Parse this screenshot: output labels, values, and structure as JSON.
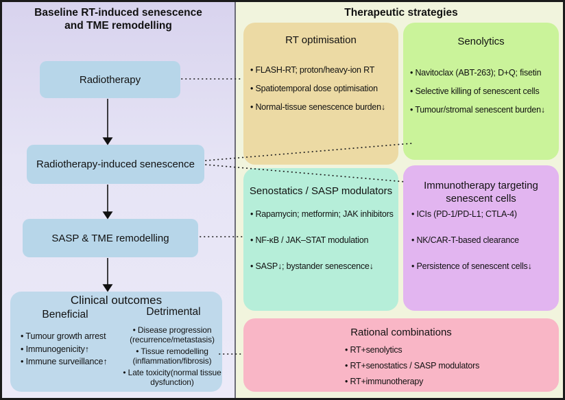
{
  "left_panel": {
    "title": "Baseline RT-induced senescence and TME remodelling",
    "nodes": {
      "radiotherapy": "Radiotherapy",
      "radiotherapy_induced_senescence": "Radiotherapy-induced senescence",
      "sasp_tme_remodelling": "SASP & TME remodelling"
    },
    "outcomes": {
      "title": "Clinical outcomes",
      "beneficial": {
        "heading": "Beneficial",
        "items": [
          "• Tumour growth arrest",
          "• Immunogenicity↑",
          "• Immune surveillance↑"
        ]
      },
      "detrimental": {
        "heading": "Detrimental",
        "items": [
          "• Disease progression (recurrence/metastasis)",
          "• Tissue remodelling (inflammation/fibrosis)",
          "• Late toxicity(normal tissue dysfunction)"
        ]
      }
    }
  },
  "right_panel": {
    "title": "Therapeutic strategies",
    "cards": [
      {
        "id": "rt-optimisation",
        "title": "RT optimisation",
        "bullets": [
          "• FLASH-RT; proton/heavy-ion RT",
          "• Spatiotemporal dose optimisation",
          "• Normal-tissue senescence burden↓"
        ],
        "bg": "#ecdaa4"
      },
      {
        "id": "senolytics",
        "title": "Senolytics",
        "bullets": [
          "• Navitoclax (ABT-263); D+Q; fisetin",
          "• Selective killing of senescent cells",
          "• Tumour/stromal senescent burden↓"
        ],
        "bg": "#caf39a"
      },
      {
        "id": "senostatics-sasp-modulators",
        "title": "Senostatics / SASP modulators",
        "bullets": [
          "• Rapamycin; metformin; JAK inhibitors",
          "• NF-κB / JAK–STAT modulation",
          "• SASP↓; bystander senescence↓"
        ],
        "bg": "#b6eed9"
      },
      {
        "id": "immunotherapy",
        "title": "Immunotherapy targeting senescent cells",
        "bullets": [
          "• ICIs (PD-1/PD-L1; CTLA-4)",
          "• NK/CAR-T-based clearance",
          "• Persistence of senescent cells↓"
        ],
        "bg": "#e2b5f0"
      },
      {
        "id": "rational-combinations",
        "title": "Rational combinations",
        "bullets": [
          "• RT+senolytics",
          "• RT+senostatics / SASP modulators",
          "• RT+immunotherapy"
        ],
        "bg": "#f9b6c6"
      }
    ]
  },
  "colors": {
    "left_panel_bg": "#e4e1f4",
    "right_panel_bg": "#f1f4dd",
    "flow_node_bg": "#b7d6e9",
    "outcomes_bg": "#bfd9eb",
    "border": "#1b1b1b",
    "connector": "#222222"
  }
}
